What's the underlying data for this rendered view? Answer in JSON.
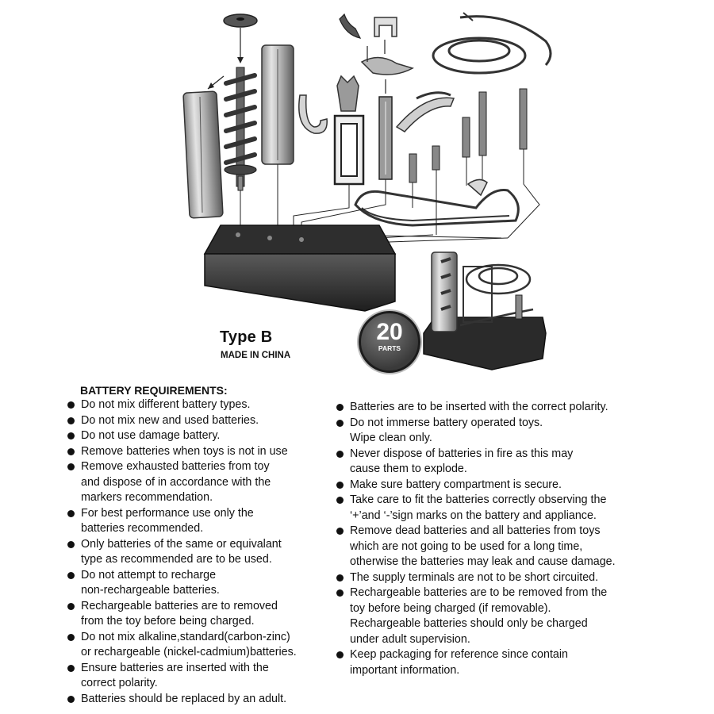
{
  "header": {
    "type_label": "Type B",
    "made_in": "MADE IN CHINA"
  },
  "badge": {
    "count": "20",
    "label": "PARTS"
  },
  "diagram": {
    "icon": "exploded-parts-diagram"
  },
  "requirements": {
    "heading": "BATTERY REQUIREMENTS:",
    "left_column": [
      "Do not mix different battery types.",
      "Do not mix new and used batteries.",
      "Do not use damage battery.",
      "Remove batteries when toys is not in use",
      "Remove exhausted batteries from toy\nand dispose of in accordance with the\nmarkers recommendation.",
      "For best performance use only the\nbatteries recommended.",
      "Only batteries of the same or equivalant\ntype as recommended are to be used.",
      "Do not attempt to recharge\nnon-rechargeable batteries.",
      "Rechargeable batteries are to removed\nfrom the toy before being charged.",
      "Do not mix alkaline,standard(carbon-zinc)\nor rechargeable (nickel-cadmium)batteries.",
      "Ensure batteries are inserted with the\ncorrect polarity.",
      "Batteries should be replaced by an adult."
    ],
    "right_column": [
      "Batteries are to be inserted with the correct polarity.",
      "Do not immerse battery operated toys.\nWipe clean only.",
      "Never dispose of batteries in fire as this may\ncause them to explode.",
      "Make sure battery compartment is secure.",
      "Take care to fit the batteries correctly observing the\n‘+’and ‘-’sign marks on the battery and appliance.",
      "Remove dead batteries and all batteries from toys\nwhich are not going to be used for a long time,\notherwise the batteries may leak and cause damage.",
      "The supply terminals are not to be short circuited.",
      "Rechargeable batteries are to be removed from the\ntoy before being charged (if removable).\nRechargeable batteries should only be charged\nunder adult supervision.",
      "Keep packaging for reference since contain\nimportant information."
    ]
  }
}
